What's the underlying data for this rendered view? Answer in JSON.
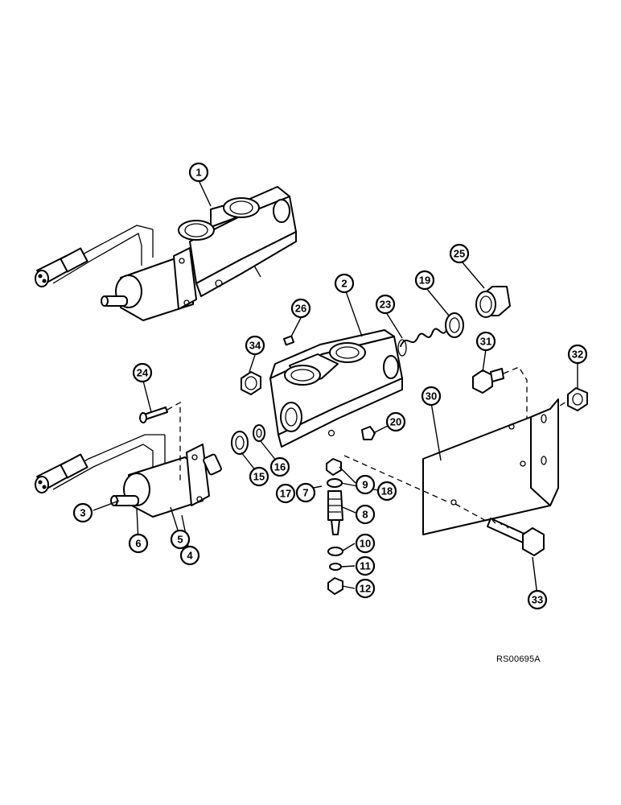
{
  "reference_code": "RS00695A",
  "callouts": [
    "1",
    "2",
    "3",
    "4",
    "5",
    "6",
    "7",
    "8",
    "9",
    "10",
    "11",
    "12",
    "15",
    "16",
    "17",
    "18",
    "19",
    "20",
    "23",
    "24",
    "25",
    "26",
    "30",
    "31",
    "32",
    "33",
    "34"
  ]
}
